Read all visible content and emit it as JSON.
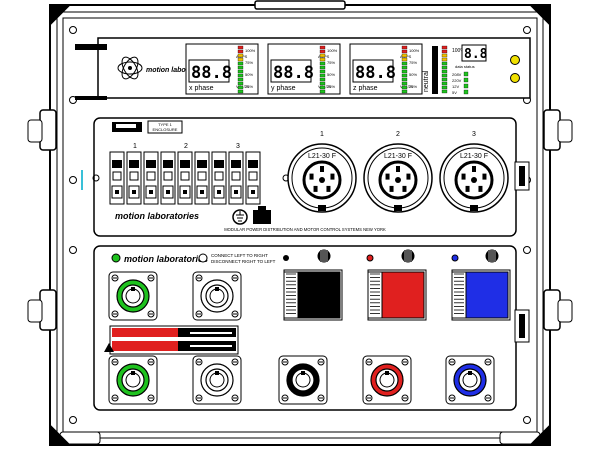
{
  "top_panel": {
    "brand": "motion laboratories",
    "meters": [
      {
        "display": "88.8",
        "label": "x phase",
        "unit_top": "AMPS",
        "unit_bottom": "VOLTS"
      },
      {
        "display": "88.8",
        "label": "y phase",
        "unit_top": "AMPS",
        "unit_bottom": "VOLTS"
      },
      {
        "display": "88.8",
        "label": "z phase",
        "unit_top": "AMPS",
        "unit_bottom": "VOLTS"
      }
    ],
    "bar_scale": [
      "100%",
      "75%",
      "50%",
      "25%"
    ],
    "neutral_label": "neutral",
    "right_display": "8.8",
    "right_display_caption": "data status",
    "voltage_scale": [
      "208V",
      "220V",
      "12V",
      "5V"
    ]
  },
  "middle_panel": {
    "tag_lines": [
      "TYPE 1",
      "ENCLOSURE"
    ],
    "breaker_groups": [
      "1",
      "2",
      "3"
    ],
    "receptacle_numbers": [
      "1",
      "2",
      "3"
    ],
    "receptacle_type": "L21-30 F",
    "brand": "motion laboratories",
    "footer": "MODULAR POWER DISTRIBUTION AND MOTOR CONTROL SYSTEMS   NEW YORK"
  },
  "bottom_panel": {
    "brand": "motion laboratories",
    "connect_text": [
      "CONNECT LEFT TO RIGHT",
      "DISCONNECT RIGHT TO LEFT"
    ],
    "colors": {
      "green": "#1fc21f",
      "red": "#e0201f",
      "blue": "#1f2ee6",
      "black": "#000000"
    }
  }
}
